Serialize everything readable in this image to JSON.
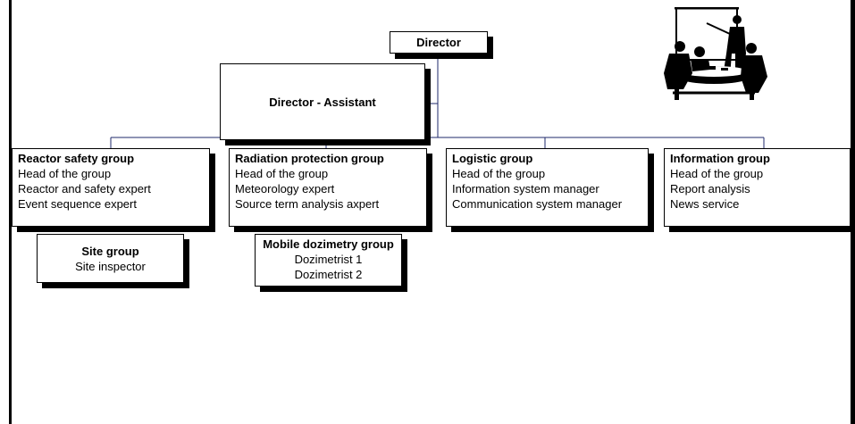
{
  "org_chart": {
    "director": {
      "label": "Director"
    },
    "assistant": {
      "label": "Director - Assistant"
    },
    "groups": [
      {
        "title": "Reactor safety group",
        "members": [
          "Head of the group",
          "Reactor and safety expert",
          "Event sequence expert"
        ]
      },
      {
        "title": "Radiation protection group",
        "members": [
          "Head of the group",
          "Meteorology expert",
          "Source term analysis axpert"
        ]
      },
      {
        "title": "Logistic group",
        "members": [
          "Head of the group",
          "Information system manager",
          "Communication system manager"
        ]
      },
      {
        "title": "Information group",
        "members": [
          "Head of the group",
          "Report analysis",
          "News service"
        ]
      }
    ],
    "subgroups": [
      {
        "title": "Site group",
        "members": [
          "Site inspector"
        ]
      },
      {
        "title": "Mobile dozimetry group",
        "members": [
          "Dozimetrist 1",
          "Dozimetrist 2"
        ]
      }
    ]
  },
  "clipart": {
    "icon": "presentation-meeting-clipart"
  },
  "colors": {
    "connector": "#1f2a6b",
    "shadow": "#000000"
  }
}
